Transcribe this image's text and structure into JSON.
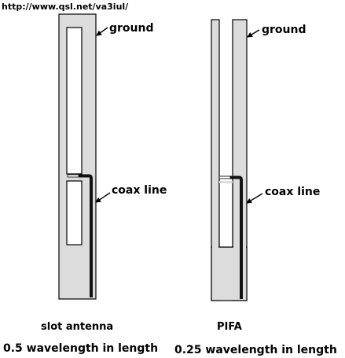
{
  "source_url": "http://www.qsl.net/va3iul/",
  "colors": {
    "ground_fill": "#dcdcdc",
    "outline": "#000000",
    "coax": "#111111",
    "background": "#ffffff"
  },
  "slot_antenna": {
    "ground_label": "ground",
    "coax_label": "coax line",
    "caption": "slot antenna",
    "length": "0.5 wavelength in length"
  },
  "pifa": {
    "ground_label": "ground",
    "coax_label": "coax line",
    "caption": "PIFA",
    "length": "0.25 wavelength in length"
  }
}
